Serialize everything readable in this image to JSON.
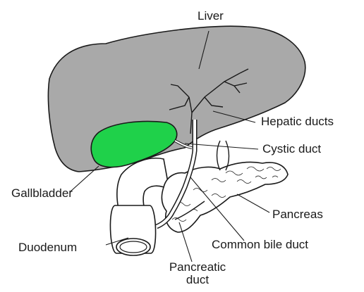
{
  "diagram": {
    "labels": {
      "liver": "Liver",
      "hepatic_ducts": "Hepatic ducts",
      "cystic_duct": "Cystic duct",
      "gallbladder": "Gallbladder",
      "pancreas": "Pancreas",
      "duodenum": "Duodenum",
      "common_bile_duct": "Common bile duct",
      "pancreatic_duct_line1": "Pancreatic",
      "pancreatic_duct_line2": "duct"
    },
    "colors": {
      "liver_fill": "#a9a9a9",
      "gallbladder_fill": "#1fd14a",
      "outline": "#1a1a1a",
      "background": "#ffffff"
    }
  }
}
